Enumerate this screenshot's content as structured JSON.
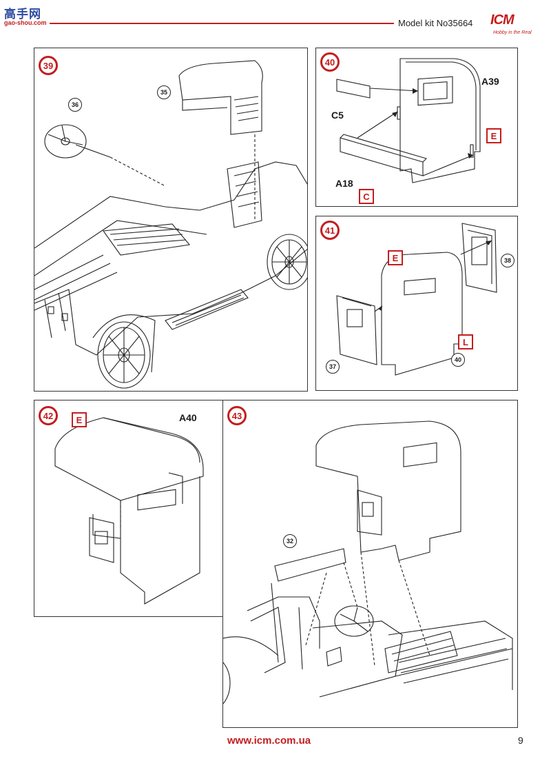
{
  "watermark": {
    "logo_text": "高手网",
    "url_text": "gao-shou.com"
  },
  "header": {
    "kit_label": "Model kit No35664",
    "brand": "ICM",
    "brand_tagline": "Hobby in the Real",
    "accent_color": "#c41d1d"
  },
  "steps": {
    "s39": {
      "number": "39",
      "refs": [
        "36",
        "35"
      ]
    },
    "s40": {
      "number": "40",
      "parts": [
        "A39",
        "C5",
        "A18"
      ],
      "colors": [
        "E",
        "C"
      ]
    },
    "s41": {
      "number": "41",
      "refs": [
        "38",
        "37",
        "40"
      ],
      "colors": [
        "E",
        "L"
      ]
    },
    "s42": {
      "number": "42",
      "parts": [
        "A40"
      ],
      "colors": [
        "E"
      ]
    },
    "s43": {
      "number": "43",
      "refs": [
        "32"
      ]
    }
  },
  "footer": {
    "url": "www.icm.com.ua",
    "page_number": "9"
  }
}
